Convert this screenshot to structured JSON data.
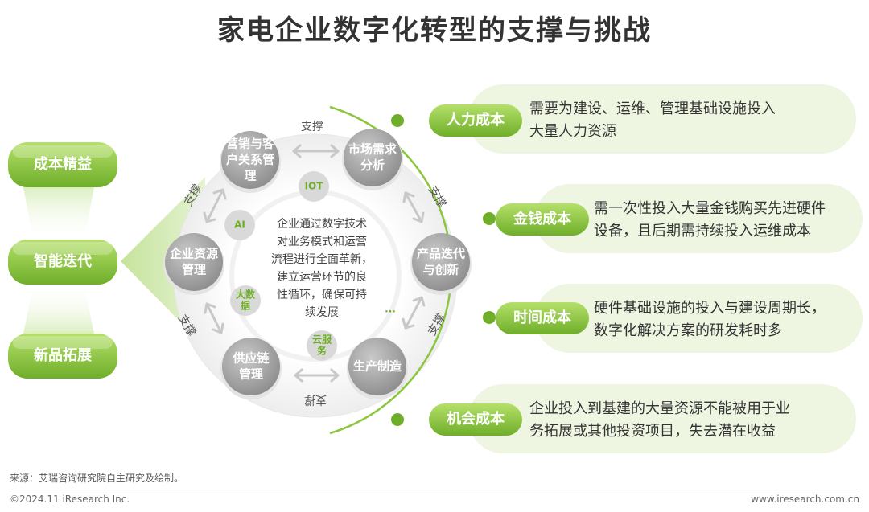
{
  "title": "家电企业数字化转型的支撑与挑战",
  "left_pills": [
    "成本精益",
    "智能迭代",
    "新品拓展"
  ],
  "center_text": [
    "企业通过数字技术",
    "对业务模式和运营",
    "流程进行全面革新，",
    "建立运营环节的良",
    "性循环，确保可持",
    "续发展"
  ],
  "nodes": [
    {
      "lines": [
        "营销与客",
        "户关系管",
        "理"
      ]
    },
    {
      "lines": [
        "市场需求",
        "分析"
      ]
    },
    {
      "lines": [
        "产品迭代",
        "与创新"
      ]
    },
    {
      "lines": [
        "生产制造"
      ]
    },
    {
      "lines": [
        "供应链",
        "管理"
      ]
    },
    {
      "lines": [
        "企业资源",
        "管理"
      ]
    }
  ],
  "tech_tags": [
    {
      "lines": [
        "IOT"
      ]
    },
    {
      "lines": [
        "AI"
      ]
    },
    {
      "lines": [
        "大数",
        "据"
      ]
    },
    {
      "lines": [
        "云服",
        "务"
      ]
    },
    {
      "lines": [
        "..."
      ]
    }
  ],
  "support_label": "支撑",
  "costs": [
    {
      "label": "人力成本",
      "desc": [
        "需要为建设、运维、管理基础设施投入",
        "大量人力资源"
      ]
    },
    {
      "label": "金钱成本",
      "desc": [
        "需一次性投入大量金钱购买先进硬件",
        "设备，且后期需持续投入运维成本"
      ]
    },
    {
      "label": "时间成本",
      "desc": [
        "硬件基础设施的投入与建设周期长，",
        "数字化解决方案的研发耗时多"
      ]
    },
    {
      "label": "机会成本",
      "desc": [
        "企业投入到基建的大量资源不能被用于业",
        "务拓展或其他投资项目，失去潜在收益"
      ]
    }
  ],
  "footer": {
    "source": "来源：艾瑞咨询研究院自主研究及绘制。",
    "copyright": "©2024.11 iResearch Inc.",
    "website": "www.iresearch.com.cn"
  },
  "colors": {
    "accent": "#8cc63f",
    "accent_dark": "#5d9e1e",
    "card_bg": "#eef6e2",
    "node_gray": "#9e9e9e"
  }
}
